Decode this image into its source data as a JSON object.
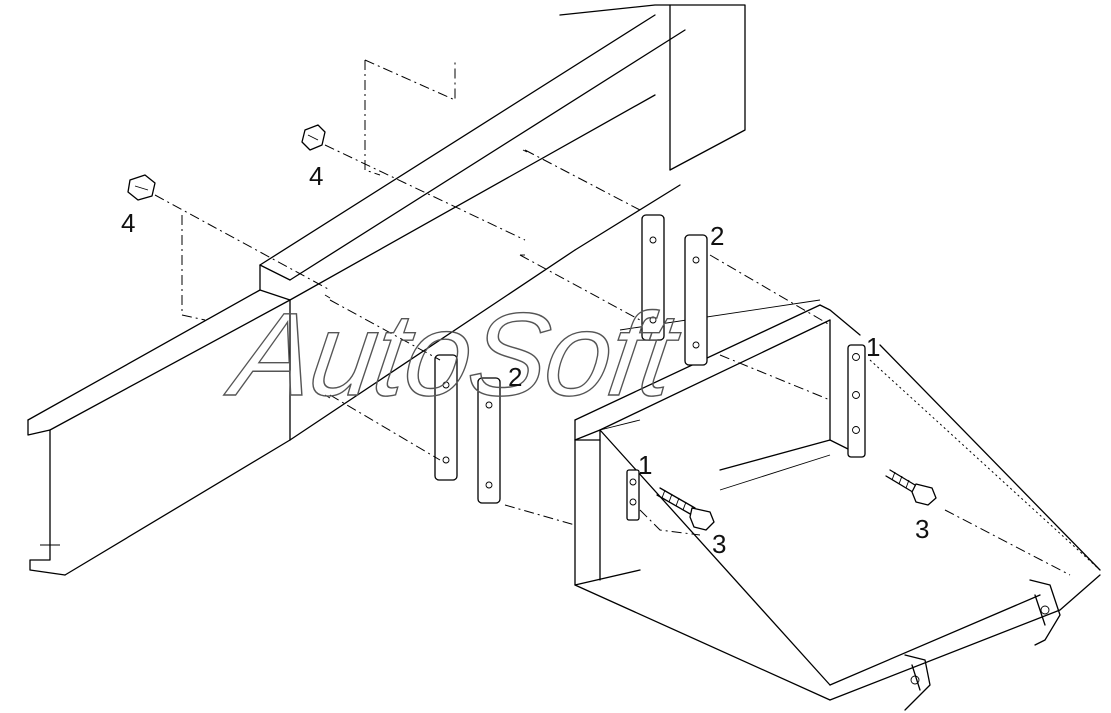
{
  "watermark": "AutoSoft",
  "callouts": {
    "c1a": "1",
    "c1b": "1",
    "c2a": "2",
    "c2b": "2",
    "c3a": "3",
    "c3b": "3",
    "c4a": "4",
    "c4b": "4"
  }
}
